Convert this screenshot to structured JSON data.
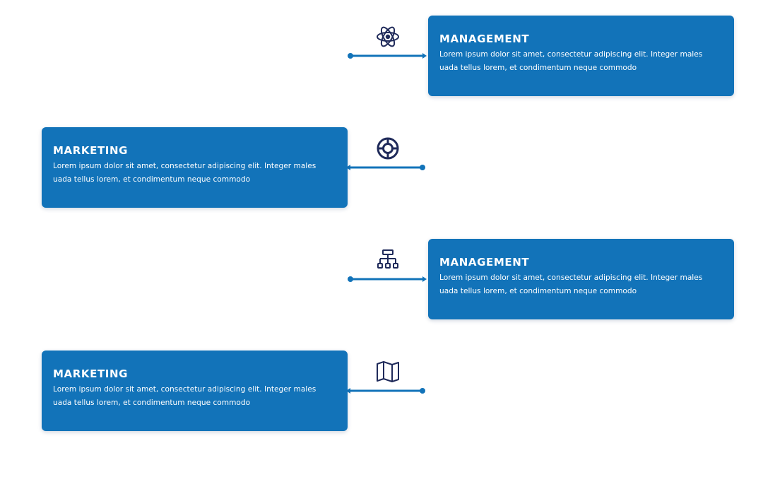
{
  "timeline": {
    "items": [
      {
        "title": "MANAGEMENT",
        "body": "Lorem ipsum dolor sit amet, consectetur adipiscing elit. Integer males uada tellus lorem, et condimentum neque commodo",
        "icon": "atom-icon",
        "side": "right"
      },
      {
        "title": "MARKETING",
        "body": "Lorem ipsum dolor sit amet, consectetur adipiscing elit. Integer males uada tellus lorem, et condimentum neque commodo",
        "icon": "lifebuoy-icon",
        "side": "left"
      },
      {
        "title": "MANAGEMENT",
        "body": "Lorem ipsum dolor sit amet, consectetur adipiscing elit. Integer males uada tellus lorem, et condimentum neque commodo",
        "icon": "org-chart-icon",
        "side": "right"
      },
      {
        "title": "MARKETING",
        "body": "Lorem ipsum dolor sit amet, consectetur adipiscing elit. Integer males uada tellus lorem, et condimentum neque commodo",
        "icon": "map-icon",
        "side": "left"
      }
    ]
  },
  "colors": {
    "card": "#1273b9",
    "connector": "#1273b9",
    "icon": "#1f2a5a",
    "background": "#ffffff"
  }
}
